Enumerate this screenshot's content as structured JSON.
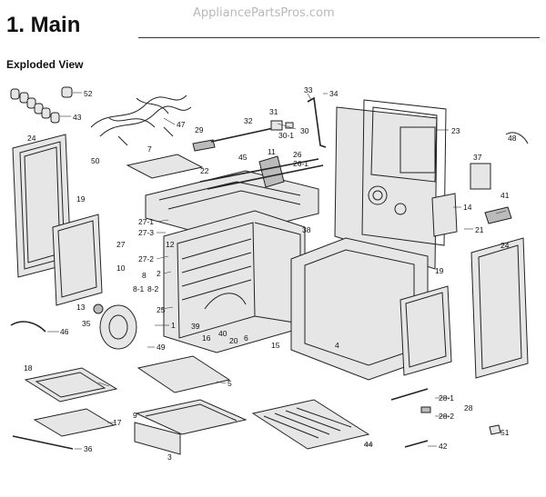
{
  "watermark": "AppliancePartsPros.com",
  "title": "1.  Main",
  "subtitle": "Exploded View",
  "callouts": [
    {
      "text": "52"
    },
    {
      "text": "43"
    },
    {
      "text": "47"
    },
    {
      "text": "33"
    },
    {
      "text": "34"
    },
    {
      "text": "29"
    },
    {
      "text": "32"
    },
    {
      "text": "31"
    },
    {
      "text": "30"
    },
    {
      "text": "30-1"
    },
    {
      "text": "23"
    },
    {
      "text": "48"
    },
    {
      "text": "24"
    },
    {
      "text": "7"
    },
    {
      "text": "50"
    },
    {
      "text": "11"
    },
    {
      "text": "45"
    },
    {
      "text": "26"
    },
    {
      "text": "26-1"
    },
    {
      "text": "22"
    },
    {
      "text": "37"
    },
    {
      "text": "19"
    },
    {
      "text": "41"
    },
    {
      "text": "14"
    },
    {
      "text": "21"
    },
    {
      "text": "27-1"
    },
    {
      "text": "27-3"
    },
    {
      "text": "27"
    },
    {
      "text": "12"
    },
    {
      "text": "38"
    },
    {
      "text": "27-2"
    },
    {
      "text": "24"
    },
    {
      "text": "10"
    },
    {
      "text": "2"
    },
    {
      "text": "8"
    },
    {
      "text": "8-1"
    },
    {
      "text": "8-2"
    },
    {
      "text": "19"
    },
    {
      "text": "13"
    },
    {
      "text": "25"
    },
    {
      "text": "35"
    },
    {
      "text": "46"
    },
    {
      "text": "1"
    },
    {
      "text": "39"
    },
    {
      "text": "16"
    },
    {
      "text": "40"
    },
    {
      "text": "20"
    },
    {
      "text": "6"
    },
    {
      "text": "15"
    },
    {
      "text": "4"
    },
    {
      "text": "49"
    },
    {
      "text": "18"
    },
    {
      "text": "5"
    },
    {
      "text": "28-1"
    },
    {
      "text": "28"
    },
    {
      "text": "28-2"
    },
    {
      "text": "17"
    },
    {
      "text": "9"
    },
    {
      "text": "51"
    },
    {
      "text": "44"
    },
    {
      "text": "42"
    },
    {
      "text": "36"
    },
    {
      "text": "3"
    }
  ]
}
